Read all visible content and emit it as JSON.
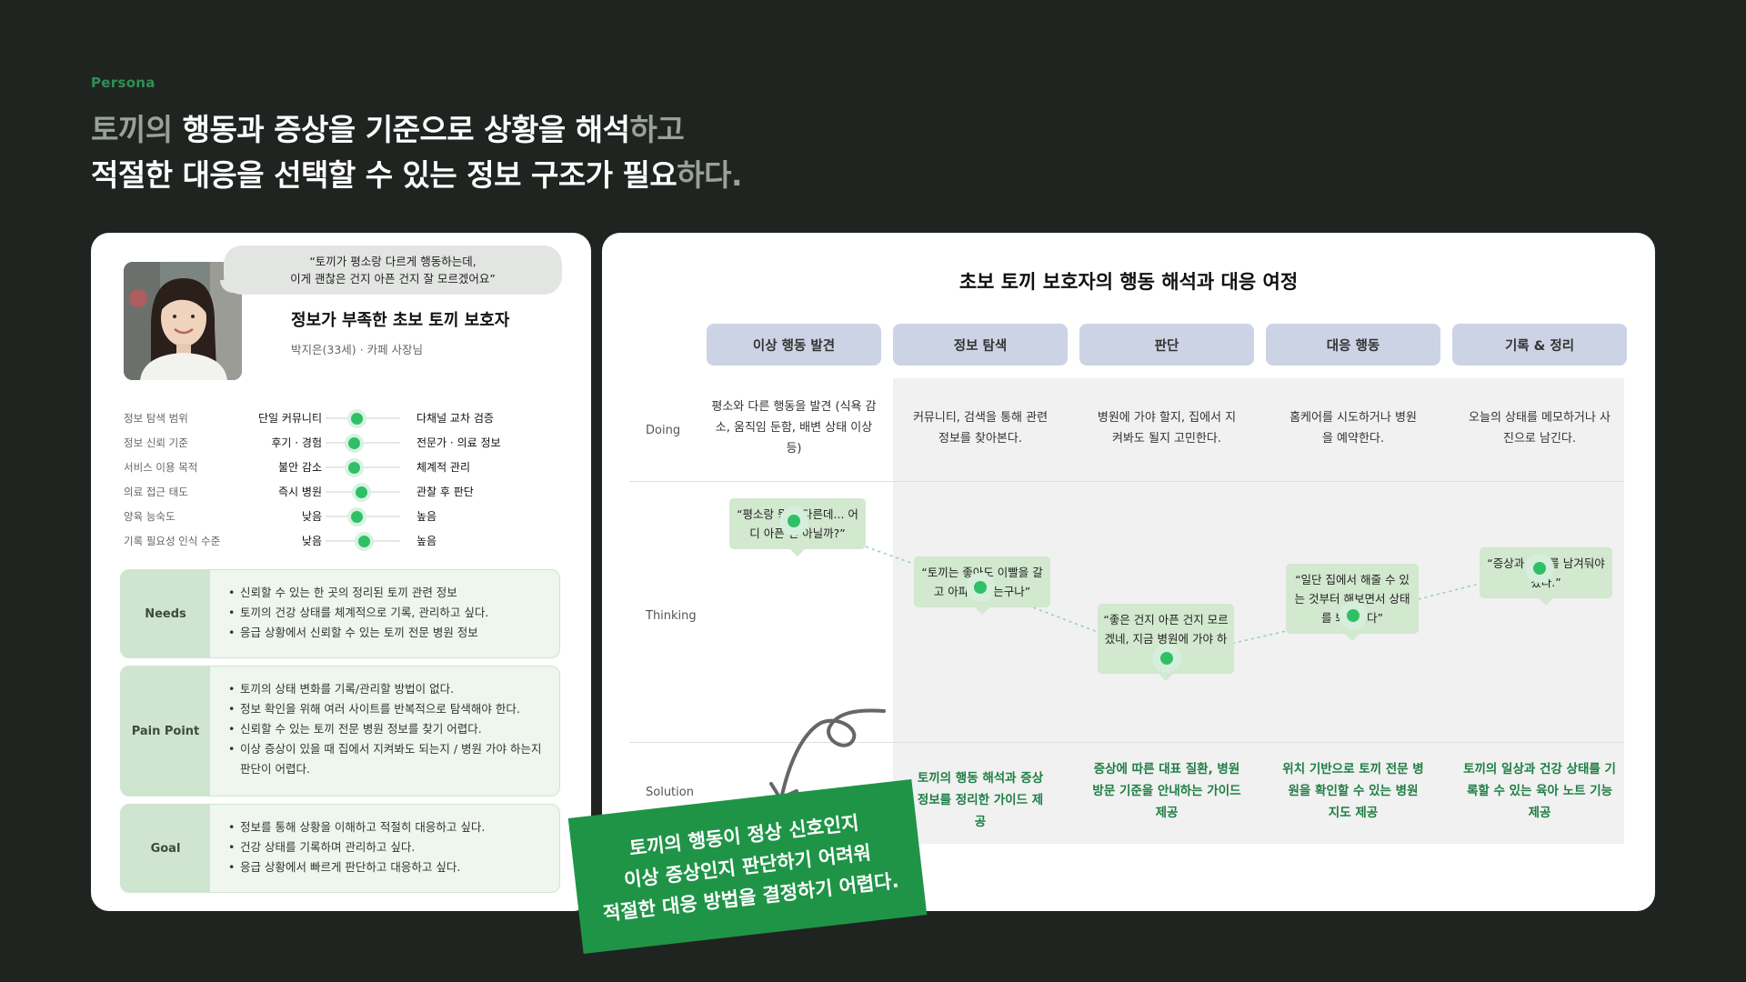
{
  "eyebrow": "Persona",
  "headline": {
    "line1_a": "토끼의",
    "line1_b": " 행동과 증상을 기준으로 상황을 해석",
    "line1_c": "하고",
    "line2_a": "적절한 대응을 선택할 수 있는 정보 구조가 필요",
    "line2_b": "하다."
  },
  "persona": {
    "quote_line1": "“토끼가 평소랑 다르게 행동하는데,",
    "quote_line2": "이게 괜찮은 건지 아픈 건지 잘 모르겠어요”",
    "title": "정보가 부족한 초보 토끼 보호자",
    "subtitle": "박지은(33세) · 카페 사장님",
    "scales": [
      {
        "label": "정보 탐색 범위",
        "low": "단일 커뮤니티",
        "high": "다채널 교차 검증",
        "level": 0.42
      },
      {
        "label": "정보 신뢰 기준",
        "low": "후기 · 경험",
        "high": "전문가 · 의료 정보",
        "level": 0.38
      },
      {
        "label": "서비스 이용 목적",
        "low": "불안 감소",
        "high": "체계적 관리",
        "level": 0.38
      },
      {
        "label": "의료 접근 태도",
        "low": "즉시 병원",
        "high": "관찰 후 판단",
        "level": 0.48
      },
      {
        "label": "양육 능숙도",
        "low": "낮음",
        "high": "높음",
        "level": 0.42
      },
      {
        "label": "기록 필요성 인식 수준",
        "low": "낮음",
        "high": "높음",
        "level": 0.52
      }
    ],
    "needs": {
      "label": "Needs",
      "items": [
        "신뢰할 수 있는 한 곳의 정리된 토끼 관련 정보",
        "토끼의 건강 상태를 체계적으로 기록, 관리하고 싶다.",
        "응급 상황에서 신뢰할 수 있는 토끼 전문 병원 정보"
      ]
    },
    "pain": {
      "label": "Pain Point",
      "items": [
        "토끼의 상태 변화를 기록/관리할 방법이 없다.",
        "정보 확인을 위해 여러 사이트를 반복적으로 탐색해야 한다.",
        "신뢰할 수 있는 토끼 전문 병원 정보를 찾기 어렵다.",
        "이상 증상이 있을 때 집에서 지켜봐도 되는지 / 병원 가야 하는지 판단이 어렵다."
      ]
    },
    "goal": {
      "label": "Goal",
      "items": [
        "정보를 통해 상황을 이해하고 적절히 대응하고 싶다.",
        "건강 상태를 기록하며 관리하고 싶다.",
        "응급 상황에서 빠르게 판단하고 대응하고 싶다."
      ]
    }
  },
  "journey": {
    "title": "초보 토끼 보호자의 행동 해석과 대응 여정",
    "rows": {
      "doing": "Doing",
      "thinking": "Thinking",
      "solution": "Solution"
    },
    "stages": [
      {
        "name": "이상 행동 발견",
        "doing": "평소와 다른 행동을 발견 (식욕 감소, 움직임 둔함, 배변 상태 이상 등)",
        "thinking": "“평소랑 뭔가 다른데... 어디 아픈 건 아닐까?”",
        "solution": "",
        "emotion": 0.78
      },
      {
        "name": "정보 탐색",
        "doing": "커뮤니티, 검색을 통해 관련 정보를 찾아본다.",
        "thinking": "“토끼는 좋아도 이빨을 갈고 아파도 가는구나”",
        "solution": "토끼의 행동 해석과 증상 정보를 정리한 가이드 제공",
        "emotion": 0.5
      },
      {
        "name": "판단",
        "doing": "병원에 가야 할지, 집에서 지켜봐도 될지 고민한다.",
        "thinking": "“좋은 건지 아픈 건지 모르겠네, 지금 병원에 가야 하나...”",
        "solution": "증상에 따른 대표 질환, 병원 방문 기준을 안내하는 가이드 제공",
        "emotion": 0.2
      },
      {
        "name": "대응 행동",
        "doing": "홈케어를 시도하거나 병원을 예약한다.",
        "thinking": "“일단 집에서 해줄 수 있는 것부터 해보면서 상태를 봐야겠다”",
        "solution": "위치 기반으로 토끼 전문 병원을 확인할 수 있는 병원 지도 제공",
        "emotion": 0.38
      },
      {
        "name": "기록 & 정리",
        "doing": "오늘의 상태를 메모하거나 사진으로 남긴다.",
        "thinking": "“증상과 경과를 남겨둬야겠다.”",
        "solution": "토끼의 일상과 건강 상태를 기록할 수 있는 육아 노트 기능 제공",
        "emotion": 0.58
      }
    ]
  },
  "callout": {
    "line1": "토끼의 행동이 정상 신호인지",
    "line2": "이상 증상인지 판단하기 어려워",
    "line3": "적절한 대응 방법을 결정하기 어렵다."
  },
  "colors": {
    "background": "#1f2420",
    "accent": "#2fc067",
    "callout": "#1f9447",
    "stage_header": "#ccd3e4",
    "bubble": "#d2e8cf"
  }
}
